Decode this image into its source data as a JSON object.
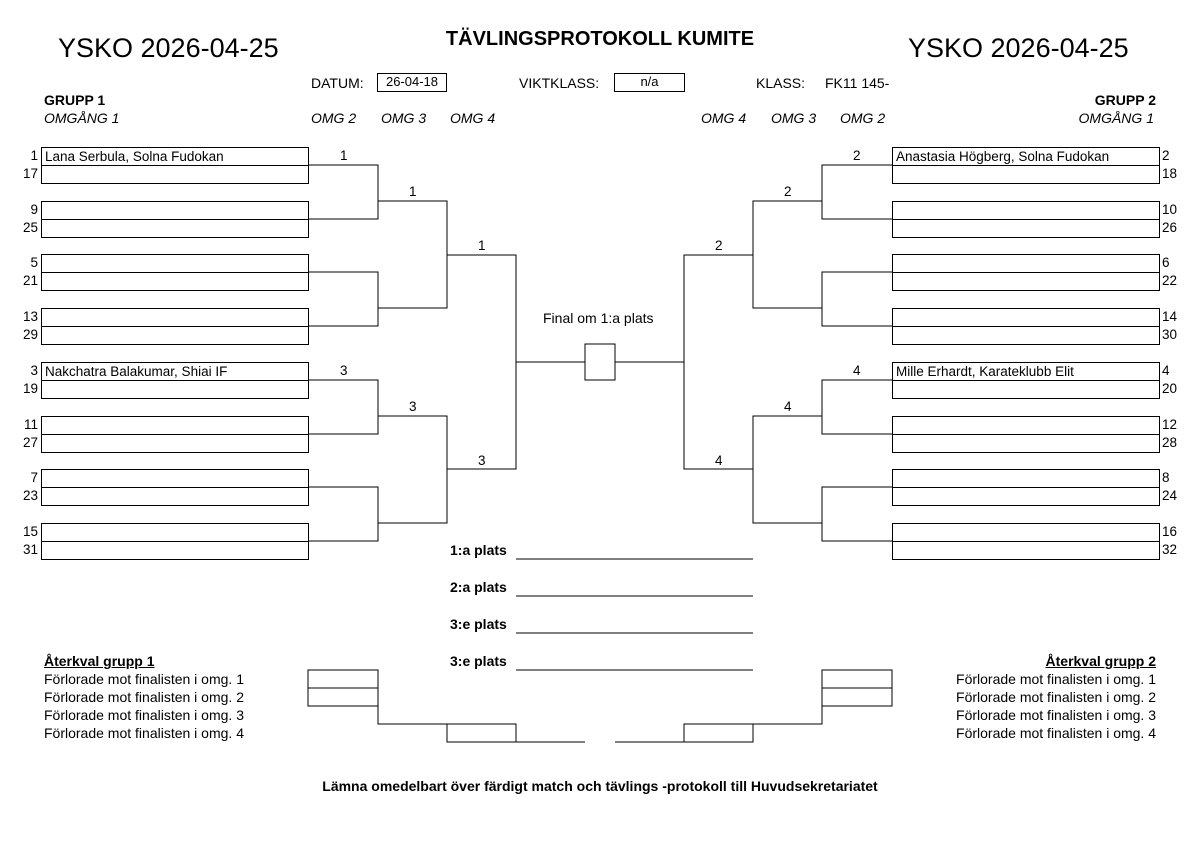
{
  "header": {
    "left_title": "YSKO 2026-04-25",
    "right_title": "YSKO 2026-04-25",
    "main_title": "TÄVLINGSPROTOKOLL KUMITE",
    "datum_label": "DATUM:",
    "datum_value": "26-04-18",
    "viktklass_label": "VIKTKLASS:",
    "viktklass_value": "n/a",
    "klass_label": "KLASS:",
    "klass_value": "FK11 145-"
  },
  "group1": {
    "title": "GRUPP 1",
    "round1": "OMGÅNG 1",
    "rounds": [
      "OMG 2",
      "OMG 3",
      "OMG 4"
    ],
    "slots": [
      {
        "seed": "1",
        "name": "Lana Serbula, Solna Fudokan"
      },
      {
        "seed": "17",
        "name": ""
      },
      {
        "seed": "9",
        "name": ""
      },
      {
        "seed": "25",
        "name": ""
      },
      {
        "seed": "5",
        "name": ""
      },
      {
        "seed": "21",
        "name": ""
      },
      {
        "seed": "13",
        "name": ""
      },
      {
        "seed": "29",
        "name": ""
      },
      {
        "seed": "3",
        "name": "Nakchatra Balakumar, Shiai IF"
      },
      {
        "seed": "19",
        "name": ""
      },
      {
        "seed": "11",
        "name": ""
      },
      {
        "seed": "27",
        "name": ""
      },
      {
        "seed": "7",
        "name": ""
      },
      {
        "seed": "23",
        "name": ""
      },
      {
        "seed": "15",
        "name": ""
      },
      {
        "seed": "31",
        "name": ""
      }
    ],
    "advance": {
      "r2_top": "1",
      "r2_bottom": "3",
      "r3_top": "1",
      "r3_bottom": "3",
      "r4_top": "1",
      "r4_bottom": "3"
    }
  },
  "group2": {
    "title": "GRUPP 2",
    "round1": "OMGÅNG 1",
    "rounds": [
      "OMG 4",
      "OMG 3",
      "OMG 2"
    ],
    "slots": [
      {
        "seed": "2",
        "name": "Anastasia Högberg, Solna Fudokan"
      },
      {
        "seed": "18",
        "name": ""
      },
      {
        "seed": "10",
        "name": ""
      },
      {
        "seed": "26",
        "name": ""
      },
      {
        "seed": "6",
        "name": ""
      },
      {
        "seed": "22",
        "name": ""
      },
      {
        "seed": "14",
        "name": ""
      },
      {
        "seed": "30",
        "name": ""
      },
      {
        "seed": "4",
        "name": "Mille Erhardt, Karateklubb Elit"
      },
      {
        "seed": "20",
        "name": ""
      },
      {
        "seed": "12",
        "name": ""
      },
      {
        "seed": "28",
        "name": ""
      },
      {
        "seed": "8",
        "name": ""
      },
      {
        "seed": "24",
        "name": ""
      },
      {
        "seed": "16",
        "name": ""
      },
      {
        "seed": "32",
        "name": ""
      }
    ],
    "advance": {
      "r2_top": "2",
      "r2_bottom": "4",
      "r3_top": "2",
      "r3_bottom": "4",
      "r4_top": "2",
      "r4_bottom": "4"
    }
  },
  "final": {
    "label": "Final om 1:a plats",
    "placements": [
      "1:a plats",
      "2:a plats",
      "3:e plats",
      "3:e plats"
    ]
  },
  "repechage": {
    "group1_title": "Återkval grupp 1",
    "group2_title": "Återkval grupp 2",
    "rows": [
      "Förlorade mot finalisten i omg. 1",
      "Förlorade mot finalisten i omg. 2",
      "Förlorade mot finalisten i omg. 3",
      "Förlorade mot finalisten i omg. 4"
    ]
  },
  "footer": {
    "note": "Lämna omedelbart över färdigt match och tävlings -protokoll till Huvudsekretariatet"
  }
}
